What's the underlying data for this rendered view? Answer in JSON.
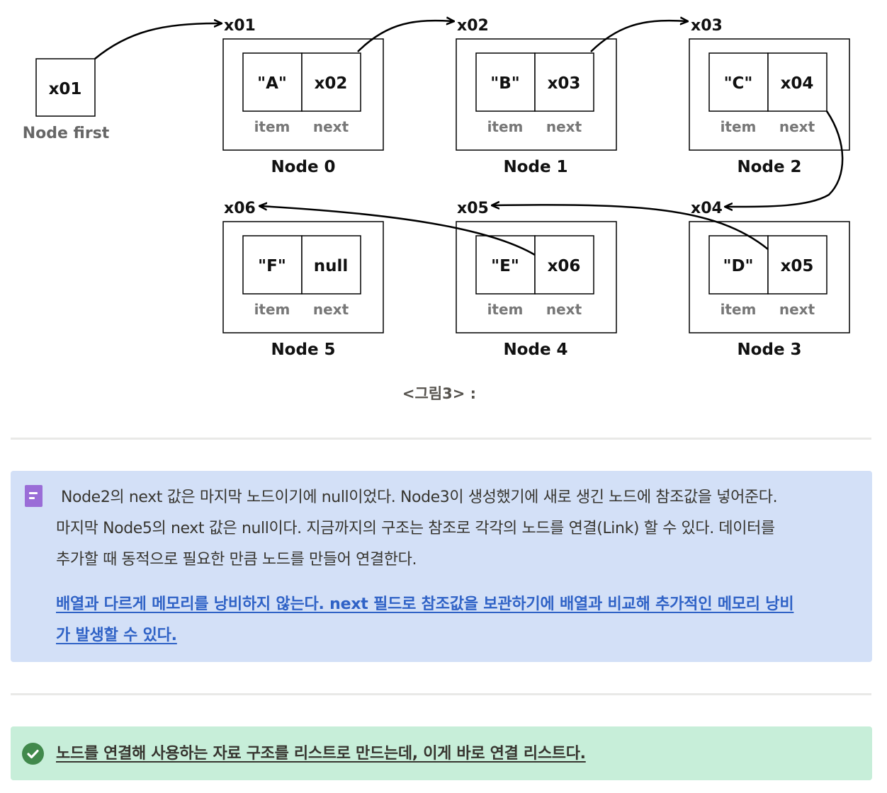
{
  "diagram": {
    "first_pointer": {
      "value": "x01",
      "label": "Node first"
    },
    "nodes": [
      {
        "name": "Node 0",
        "address": "x01",
        "item": "\"A\"",
        "next": "x02"
      },
      {
        "name": "Node 1",
        "address": "x02",
        "item": "\"B\"",
        "next": "x03"
      },
      {
        "name": "Node 2",
        "address": "x03",
        "item": "\"C\"",
        "next": "x04"
      },
      {
        "name": "Node 3",
        "address": "x04",
        "item": "\"D\"",
        "next": "x05"
      },
      {
        "name": "Node 4",
        "address": "x05",
        "item": "\"E\"",
        "next": "x06"
      },
      {
        "name": "Node 5",
        "address": "x06",
        "item": "\"F\"",
        "next": "null"
      }
    ],
    "field_labels": {
      "item": "item",
      "next": "next"
    },
    "caption": "<그림3> :"
  },
  "callout_info": {
    "line1": "Node2의 next 값은 마지막 노드이기에 null이었다. Node3이 생성했기에 새로 생긴 노드에 참조값을 넣어준다.",
    "line2": "마지막 Node5의 next 값은 null이다. 지금까지의 구조는 참조로 각각의 노드를 연결(Link) 할 수 있다. 데이터를",
    "line3": "추가할 때 동적으로 필요한 만큼 노드를 만들어 연결한다.",
    "link_line1": "배열과 다르게 메모리를 낭비하지 않는다. next 필드로 참조값을 보관하기에 배열과 비교해 추가적인 메모리 낭비",
    "link_line2": "가 발생할 수 있다.",
    "icon": "document-icon",
    "color": "#d3e0f7"
  },
  "callout_success": {
    "text": "노드를 연결해 사용하는 자료 구조를 리스트로 만드는데, 이게 바로 연결 리스트다.",
    "icon": "check-circle-icon",
    "color": "#c7eed9"
  }
}
